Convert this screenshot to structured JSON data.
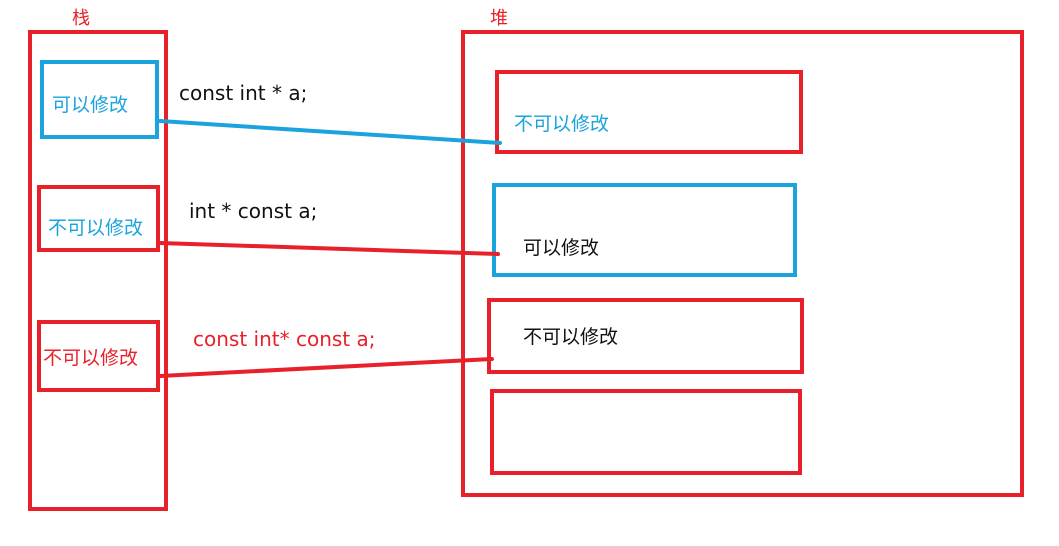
{
  "stack": {
    "title": "栈",
    "cells": [
      {
        "text": "可以修改"
      },
      {
        "text": "不可以修改"
      },
      {
        "text": "不可以修改"
      }
    ]
  },
  "heap": {
    "title": "堆",
    "cells": [
      {
        "text": "不可以修改"
      },
      {
        "text": "可以修改"
      },
      {
        "text": "不可以修改"
      },
      {
        "text": ""
      }
    ]
  },
  "declarations": [
    {
      "code": "const int * a;"
    },
    {
      "code": "int * const a;"
    },
    {
      "code": "const int* const a;"
    }
  ],
  "colors": {
    "red": "#e8202a",
    "blue": "#1aa3dd",
    "black": "#111111"
  }
}
